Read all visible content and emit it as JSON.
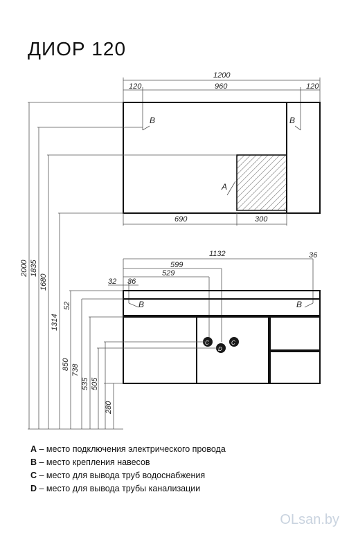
{
  "title": "ДИОР 120",
  "dims_top": {
    "total": "1200",
    "left": "120",
    "middle": "960",
    "right": "120",
    "bottom_left": "690",
    "bottom_right": "300"
  },
  "dims_bottom": {
    "total": "1132",
    "right": "36",
    "d599": "599",
    "d529": "529",
    "d32": "32",
    "d36": "36"
  },
  "dims_vertical": [
    "2000",
    "1835",
    "1680",
    "1314",
    "52",
    "850",
    "738",
    "535",
    "505",
    "280"
  ],
  "markers": {
    "a": "A",
    "b": "B",
    "c": "C",
    "d": "D"
  },
  "legend": [
    {
      "key": "A",
      "text": " – место подключения электрического провода"
    },
    {
      "key": "B",
      "text": " – место крепления навесов"
    },
    {
      "key": "C",
      "text": " – место для вывода труб водоснабжения"
    },
    {
      "key": "D",
      "text": " – место для вывода трубы канализации"
    }
  ],
  "watermark": "OLsan.by",
  "colors": {
    "line": "#111111",
    "dim_line": "#555555",
    "marker_fill": "#1a1a1a",
    "watermark": "#c9d3df"
  }
}
